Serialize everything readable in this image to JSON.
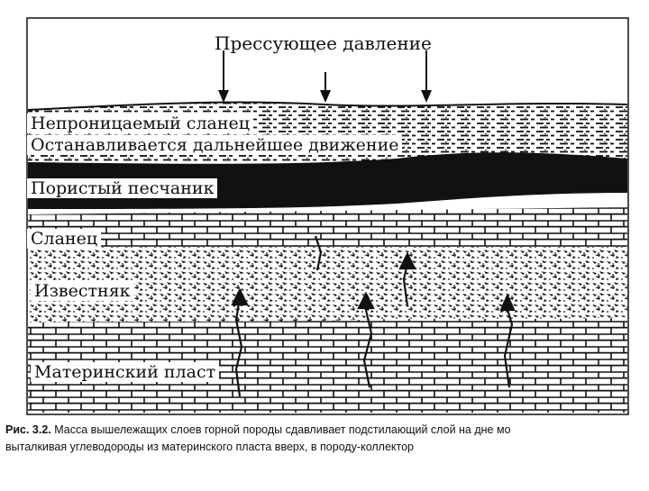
{
  "diagram": {
    "title": "Прессующее давление",
    "layers": [
      {
        "id": "shale_top",
        "label": "Непроницаемый сланец"
      },
      {
        "id": "shale_top_note",
        "label": "Останавливается дальнейшее движение"
      },
      {
        "id": "sandstone",
        "label": "Пористый песчаник"
      },
      {
        "id": "shale_mid",
        "label": "Сланец"
      },
      {
        "id": "limestone",
        "label": "Известняк"
      },
      {
        "id": "source_rock",
        "label": "Материнский пласт"
      }
    ]
  },
  "caption": {
    "label": "Рис. 3.2.",
    "text": " Масса вышележащих слоев горной породы сдавливает подстилающий слой на дне мо",
    "text_line2": "выталкивая углеводороды из материнского пласта вверх, в породу-коллектор"
  },
  "colors": {
    "ink": "#111111",
    "paper": "#ffffff"
  }
}
